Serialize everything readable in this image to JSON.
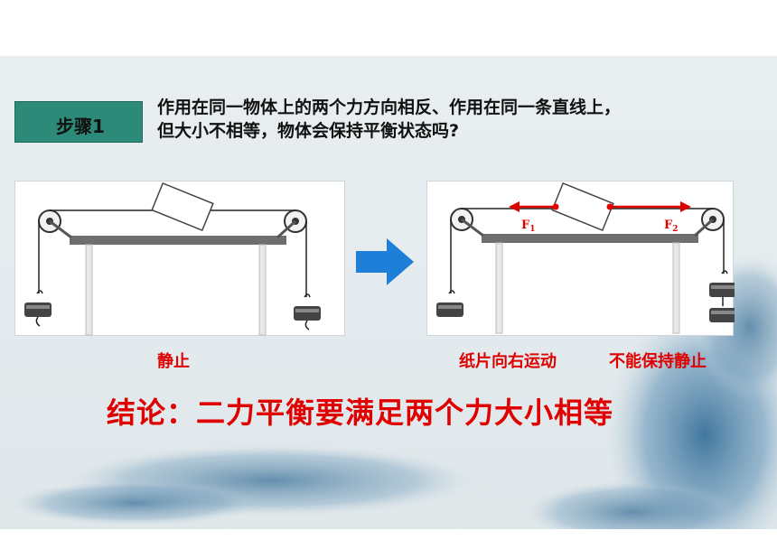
{
  "step": {
    "label": "步骤1"
  },
  "question": {
    "line1": "作用在同一物体上的两个力方向相反、作用在同一条直线上，",
    "line2": "但大小不相等，物体会保持平衡状态吗?"
  },
  "right_panel": {
    "f1_label": "F",
    "f1_sub": "1",
    "f2_label": "F",
    "f2_sub": "2"
  },
  "captions": {
    "left": "静止",
    "right_motion": "纸片向右运动",
    "right_state": "不能保持静止"
  },
  "conclusion": "结论：二力平衡要满足两个力大小相等",
  "colors": {
    "accent_red": "#e00000",
    "step_box": "#2d8a78",
    "arrow_blue": "#1e7fd8"
  }
}
